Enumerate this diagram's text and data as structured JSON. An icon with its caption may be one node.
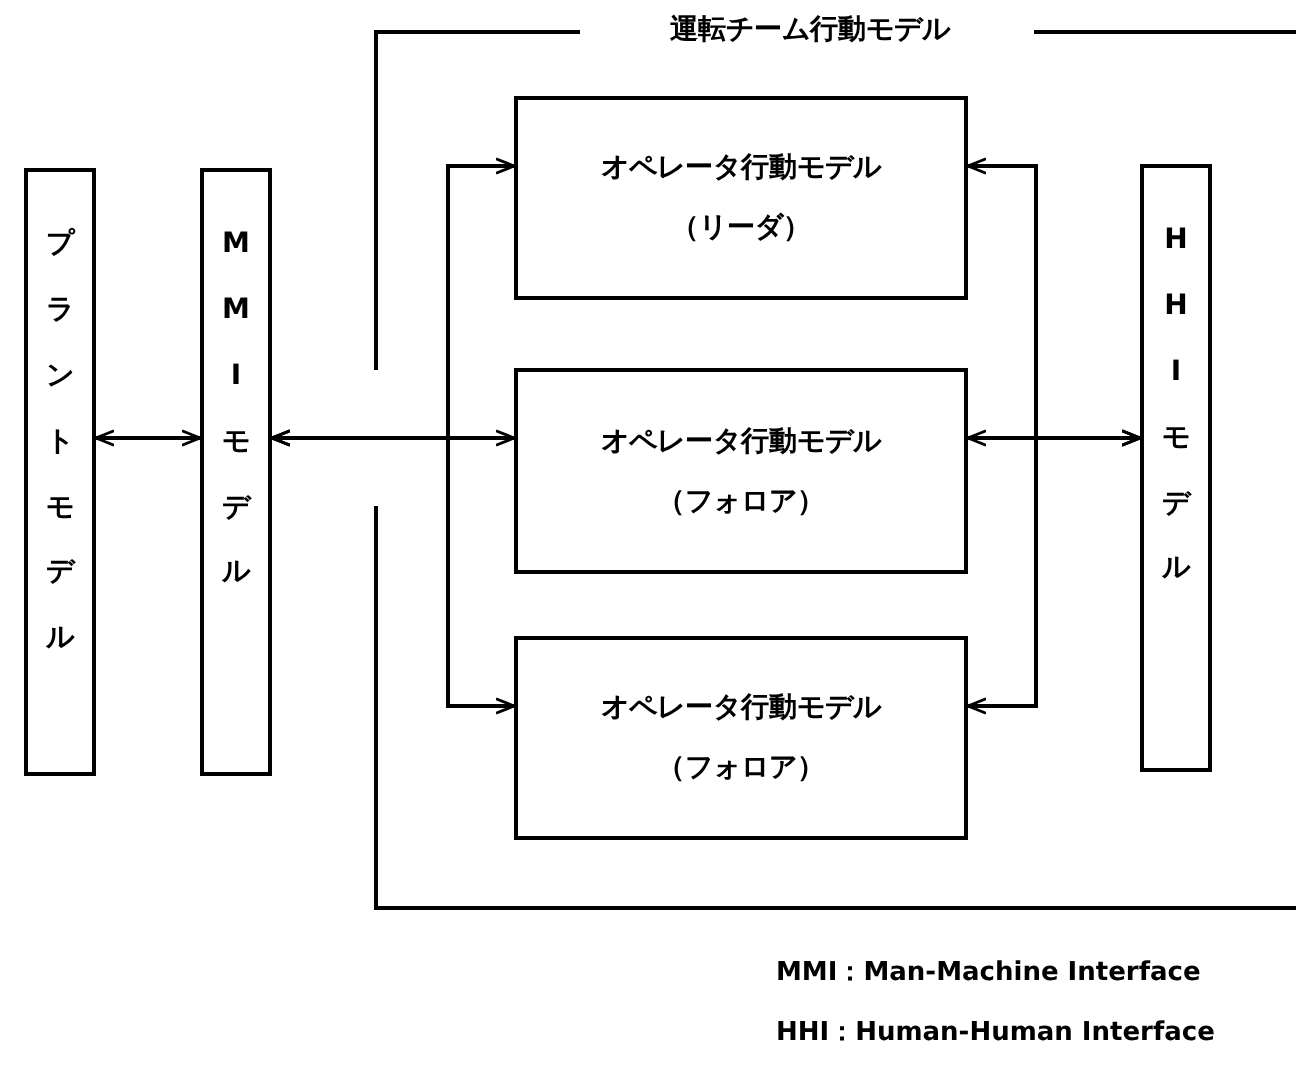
{
  "diagram": {
    "nodes": [
      {
        "text": [
          "プラントモデル"
        ]
      },
      {
        "text": [
          "MMIモデル"
        ]
      },
      {
        "text": [
          "運転チーム行動モデル"
        ]
      },
      {
        "text": [
          "オペレータ行動モデル",
          "（リーダ）"
        ],
        "in": 2
      },
      {
        "text": [
          "オペレータ行動モデル",
          "（フォロア）"
        ],
        "in": 2
      },
      {
        "text": [
          "オペレータ行動モデル",
          "（フォロア）"
        ],
        "in": 2
      },
      {
        "text": [
          "HHIモデル"
        ],
        "in": 2
      }
    ],
    "edges": [
      {
        "from": 0,
        "to": 1,
        "arrow": "both"
      },
      {
        "from": 1,
        "to": 3,
        "arrow": "both"
      },
      {
        "from": 1,
        "to": 4,
        "arrow": "both"
      },
      {
        "from": 1,
        "to": 5,
        "arrow": "both"
      },
      {
        "from": 6,
        "to": 3,
        "arrow": "both"
      },
      {
        "from": 6,
        "to": 4,
        "arrow": "both"
      },
      {
        "from": 6,
        "to": 5,
        "arrow": "both"
      }
    ],
    "labels": [
      "MMI：Man-Machine Interface",
      "HHI：Human-Human Interface"
    ]
  }
}
